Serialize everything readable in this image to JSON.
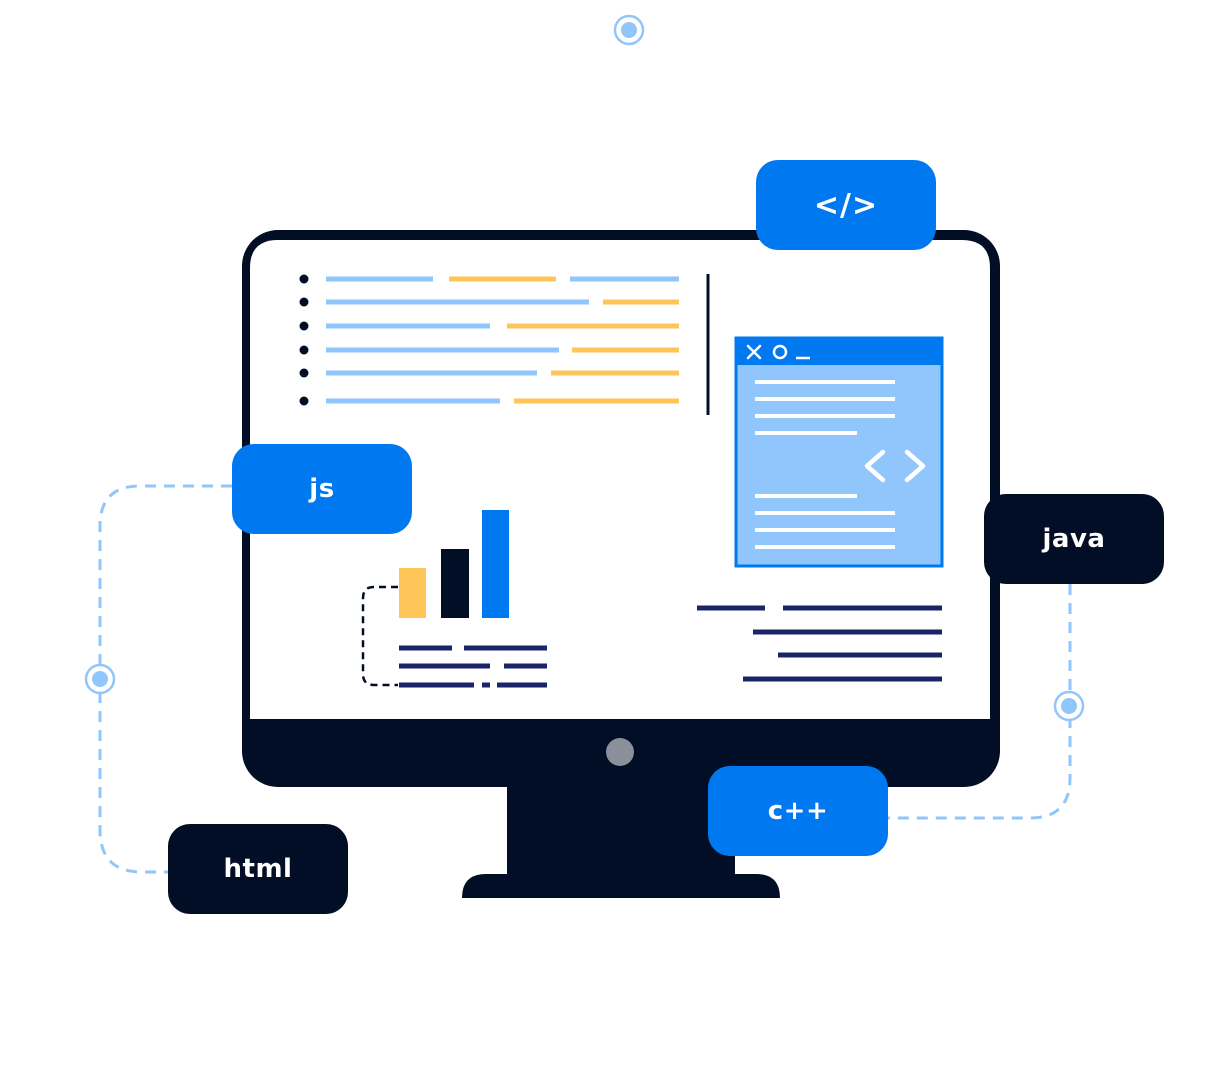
{
  "colors": {
    "dark_navy": "#020D26",
    "brand_blue": "#0078F0",
    "light_blue": "#90C6FB",
    "yellow": "#FEC559",
    "screen_white": "#FFFFFF",
    "camera_gray": "#8A8F99"
  },
  "tags": {
    "code": "</>",
    "js": "js",
    "java": "java",
    "cpp": "c++",
    "html": "html"
  },
  "icons": {
    "window_controls": [
      "close-icon",
      "circle-icon",
      "minimize-icon"
    ],
    "code_brackets": "code-brackets-icon",
    "connector_nodes": "target-dot-icon"
  }
}
